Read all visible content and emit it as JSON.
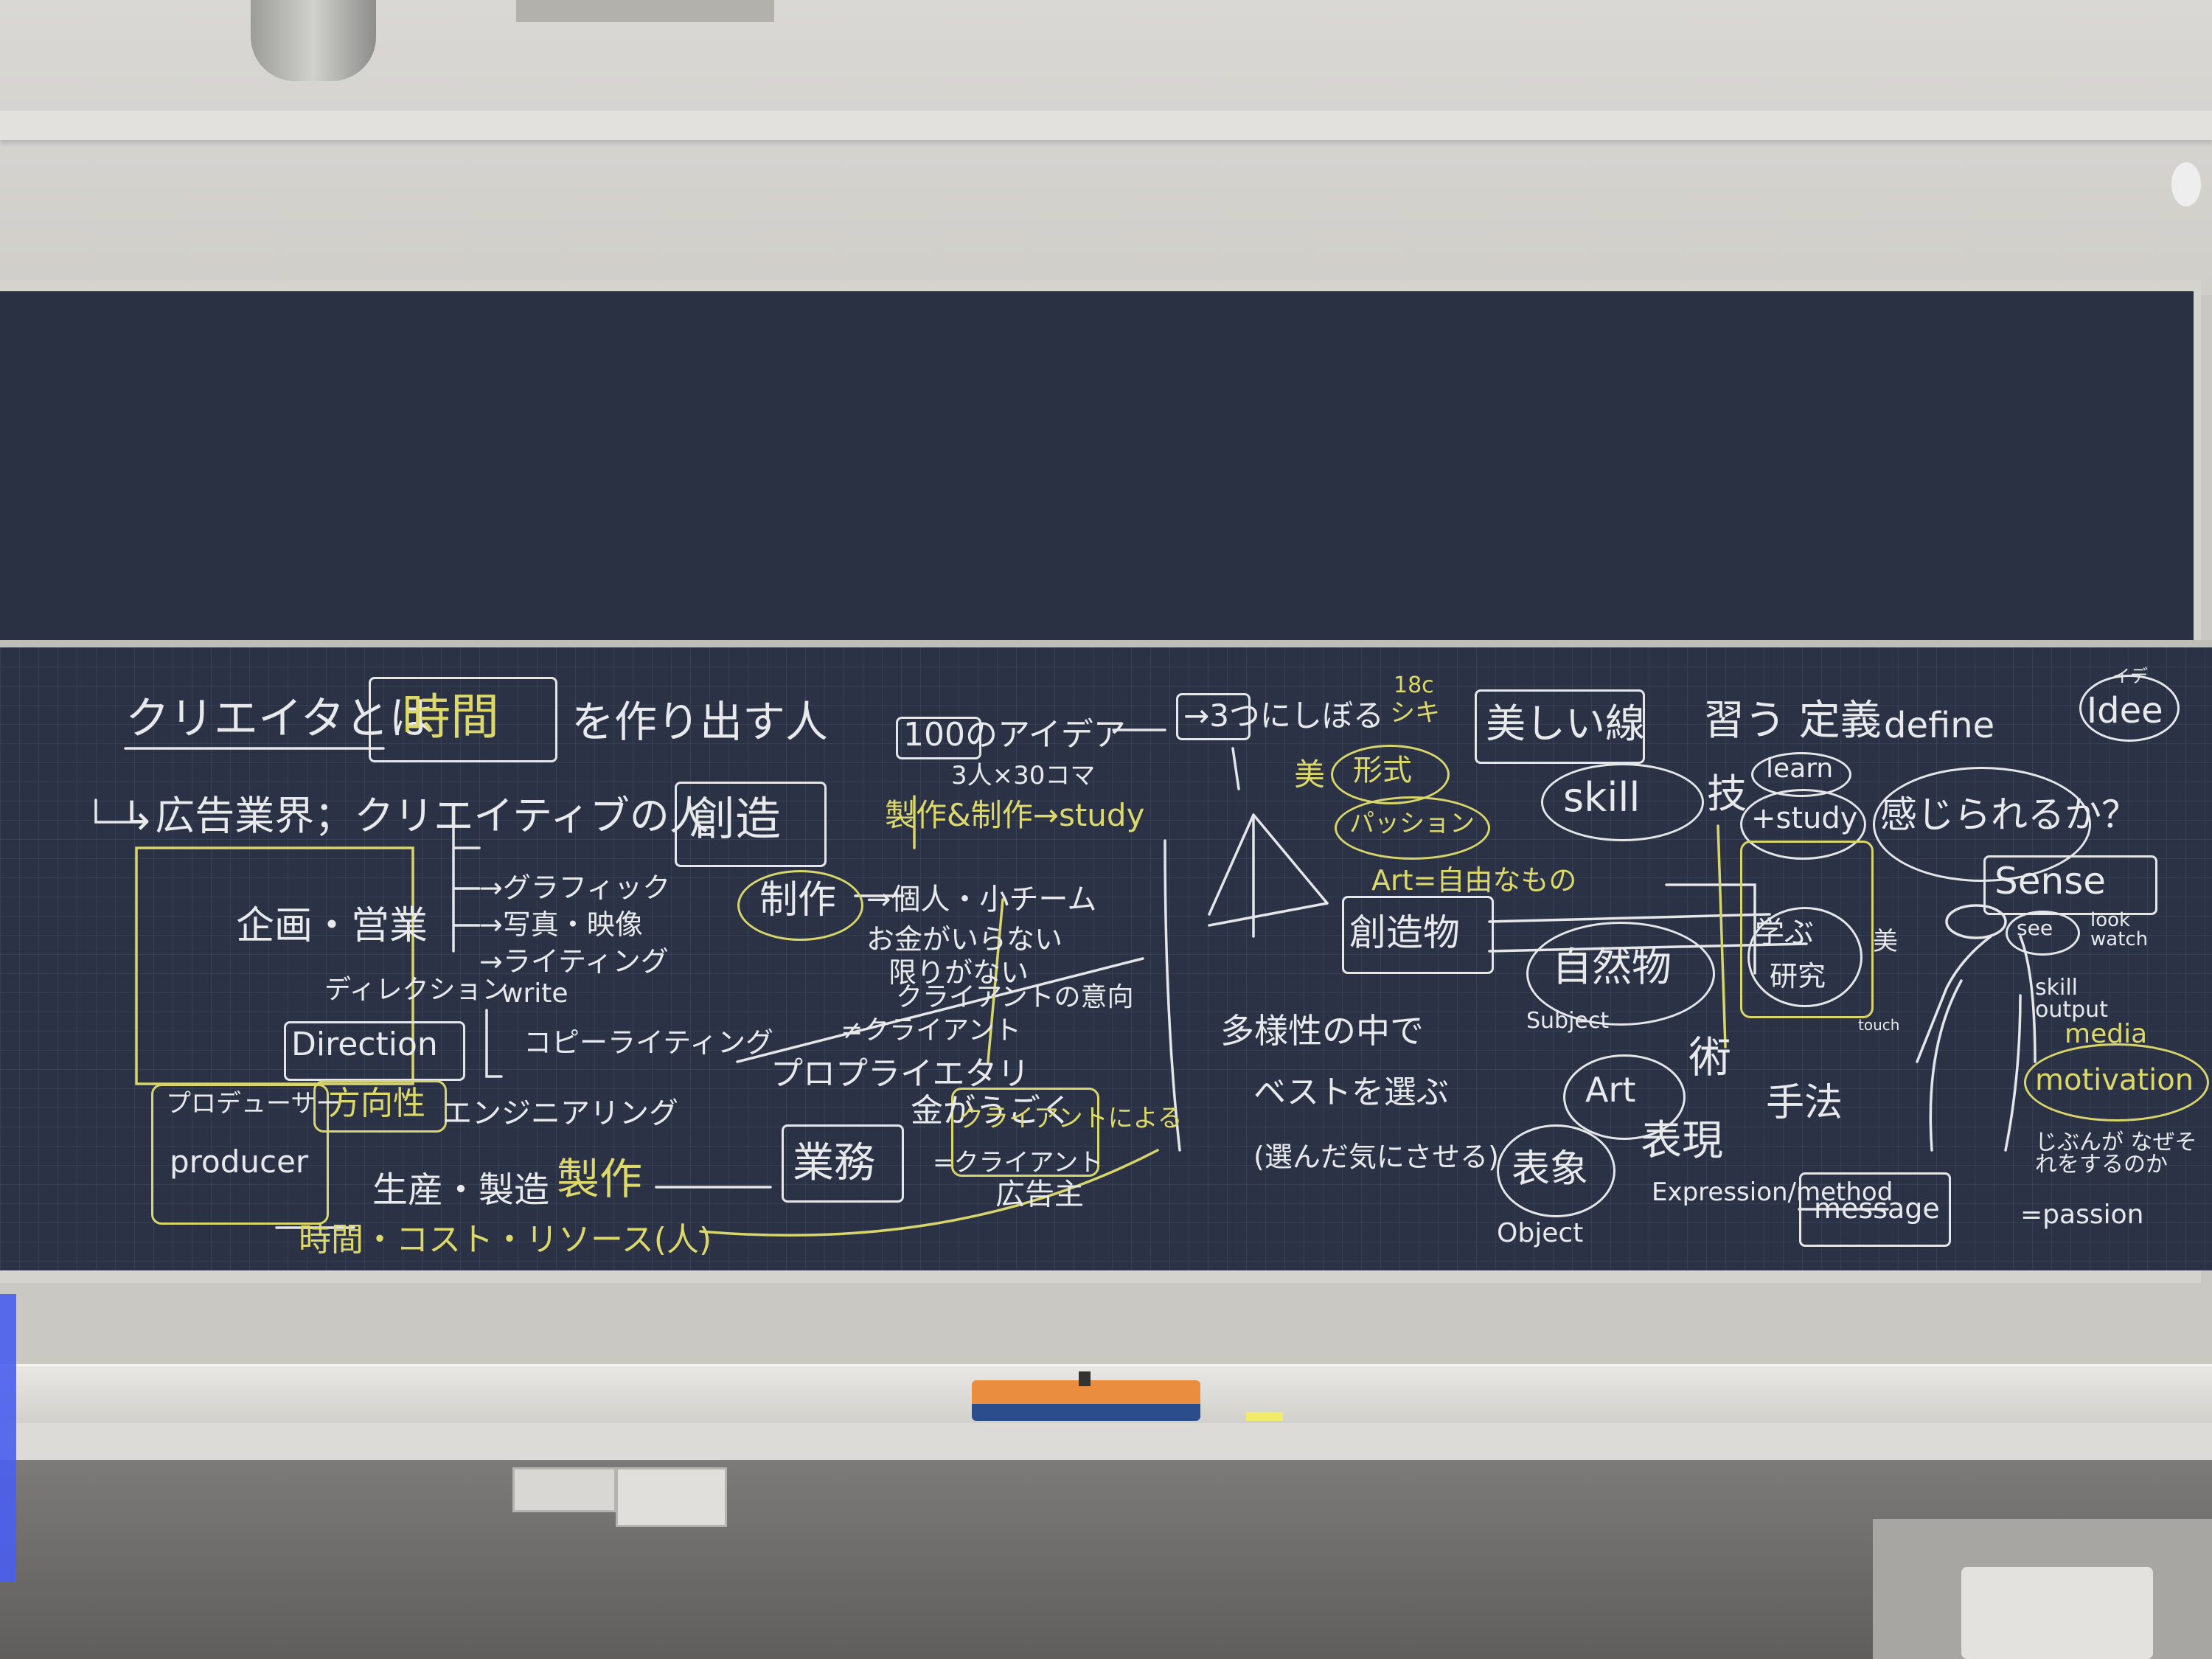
{
  "title_line": {
    "lead": "クリエイタとは",
    "boxed": "時間",
    "tail": "を作り出す人"
  },
  "left": {
    "ad_industry": "↳広告業界；クリエイティブの人",
    "creation_box": "創造",
    "planning": "企画・営業",
    "direction_jp": "ディレクション",
    "direction_box": "Direction",
    "producer_jp": "プロデューサー",
    "producer_en": "producer",
    "houkousei": "方向性",
    "graphic": "→グラフィック",
    "photo": "→写真・映像",
    "writing": "→ライティング",
    "write_en": "write",
    "copywriting": "コピーライティング",
    "engineering": "エンジニアリング",
    "production": "生産・製造",
    "seisaku_y": "製作",
    "resources": "時間・コスト・リソース(人)"
  },
  "middle": {
    "ideas": "100のアイデア",
    "ideas_box": "100",
    "narrow": "→3つにしぼる",
    "narrow_box": "3つ",
    "team": "3人×30コマ",
    "seisaku_study": "製作&制作→study",
    "seisaku_box": "制作",
    "solo": "→個人・小チーム",
    "no_money": "お金がいらない",
    "no_limit": "限りがない",
    "client_intent": "クライアントの意向",
    "client_mark": "≠クライアント",
    "proprietary": "プロプライエタリ",
    "business_box": "業務",
    "money_moves": "金がうごく",
    "client_box": "クライアントによる",
    "ad_master": "広告主",
    "eq_client": "=クライアント",
    "diversity": "多様性の中で",
    "best": "ベストを選ぶ",
    "chosen": "(選んだ気にさせる)",
    "shiki": "シキ",
    "era": "18c"
  },
  "right": {
    "beautiful_line": "美しい線",
    "bi": "美",
    "form": "形式",
    "passion": "パッション",
    "art_free": "Art=自由なもの",
    "creation_obj": "創造物",
    "nature": "自然物",
    "subject": "Subject",
    "art": "Art",
    "jutsu": "術",
    "method_jp": "手法",
    "expression": "表現",
    "expression_en": "Expression/method",
    "symbol": "表象",
    "object": "Object",
    "learn_def": "習う 定義",
    "define": "define",
    "idee": "Idee",
    "idee_ruby": "イデ",
    "skill": "skill",
    "waza": "技",
    "learn": "learn",
    "study": "+study",
    "feel": "感じられるか？",
    "sense": "Sense",
    "see": "see",
    "look_watch": "look watch",
    "manabu": "学ぶ",
    "kenkyu": "研究",
    "bi2": "美",
    "touch": "touch",
    "skill_output": "skill output",
    "media": "media",
    "motivation": "motivation",
    "why": "じぶんが なぜそれをするのか",
    "passion_en": "=passion",
    "message": "message"
  }
}
